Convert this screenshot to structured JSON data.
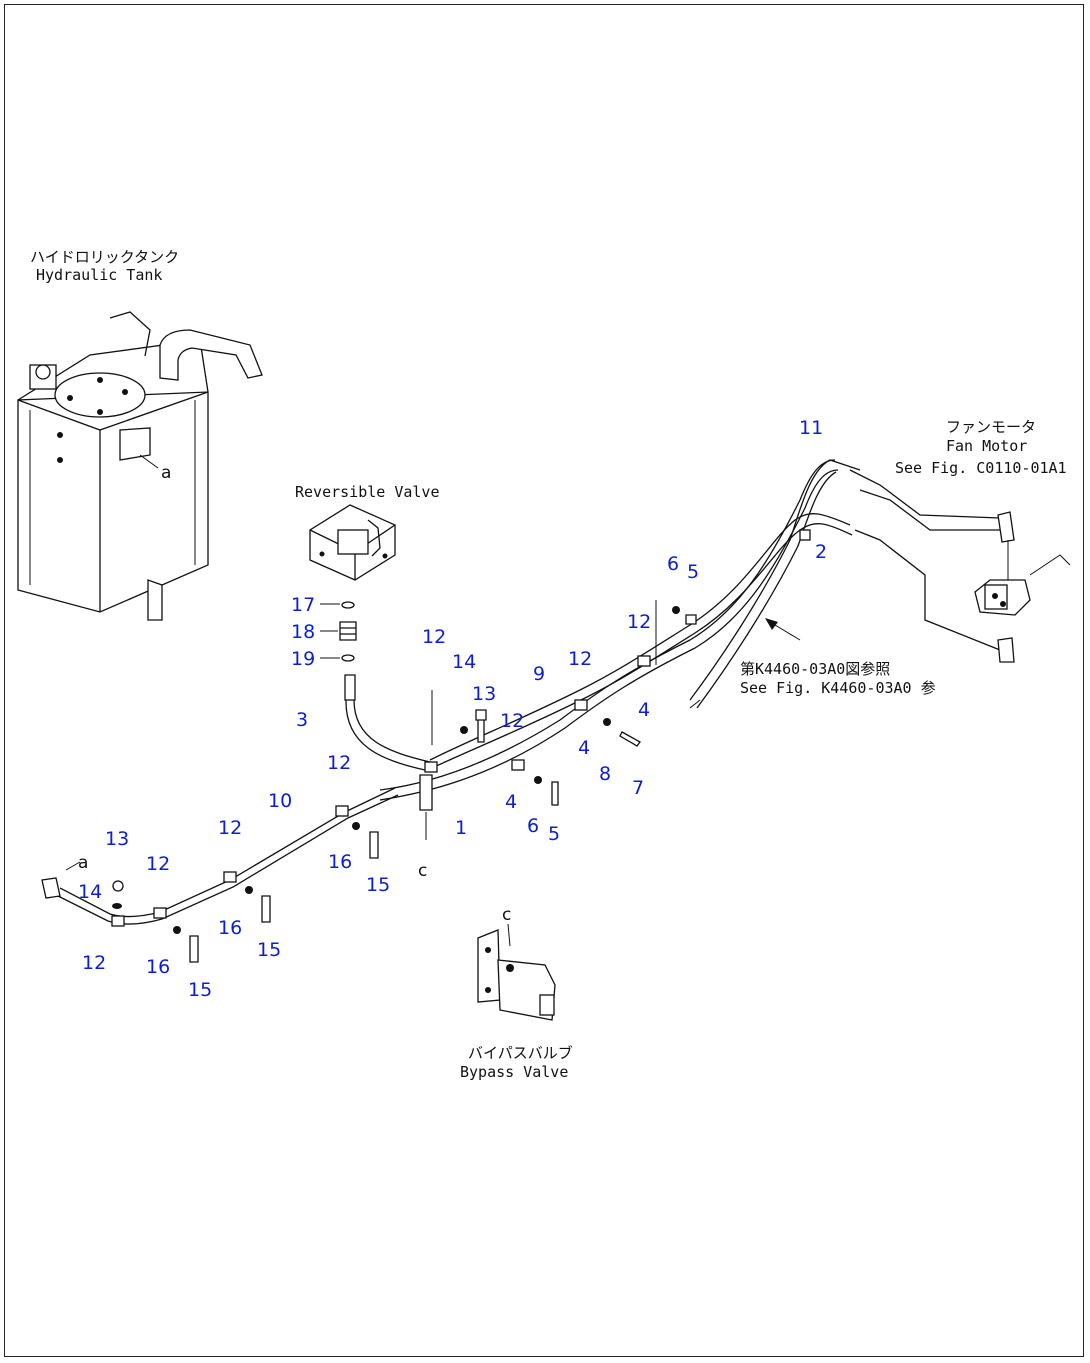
{
  "labels": {
    "hydraulic_tank_jp": "ハイドロリックタンク",
    "hydraulic_tank_en": "Hydraulic Tank",
    "reversible_valve": "Reversible Valve",
    "fan_motor_jp": "ファンモータ",
    "fan_motor_en": "Fan Motor",
    "fan_motor_ref": "See Fig. C0110-01A1",
    "hose_ref_jp": "第K4460-03A0図参照",
    "hose_ref_en": "See Fig. K4460-03A0 参",
    "bypass_valve_jp": "バイパスバルブ",
    "bypass_valve_en": "Bypass Valve"
  },
  "connectors": {
    "a_tank": "a",
    "a_line": "a",
    "c_line": "c",
    "c_bypass": "c"
  },
  "callouts": {
    "n1": "1",
    "n2": "2",
    "n3": "3",
    "n4a": "4",
    "n4b": "4",
    "n4c": "4",
    "n5a": "5",
    "n5b": "5",
    "n6a": "6",
    "n6b": "6",
    "n7": "7",
    "n8": "8",
    "n9": "9",
    "n10": "10",
    "n11": "11",
    "n12a": "12",
    "n12b": "12",
    "n12c": "12",
    "n12d": "12",
    "n12e": "12",
    "n12f": "12",
    "n12g": "12",
    "n12h": "12",
    "n13a": "13",
    "n13b": "13",
    "n14a": "14",
    "n14b": "14",
    "n15a": "15",
    "n15b": "15",
    "n15c": "15",
    "n16a": "16",
    "n16b": "16",
    "n16c": "16",
    "n17": "17",
    "n18": "18",
    "n19": "19"
  },
  "colors": {
    "callout": "#0b1fd1",
    "line": "#111111",
    "background": "#ffffff"
  }
}
